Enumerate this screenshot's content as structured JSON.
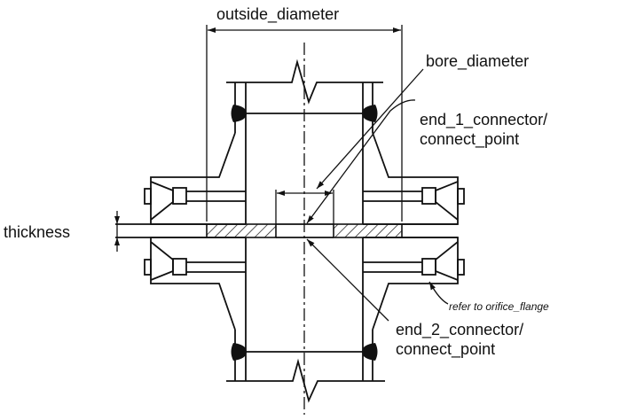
{
  "labels": {
    "outside_diameter": "outside_diameter",
    "bore_diameter": "bore_diameter",
    "end_1_line1": "end_1_connector/",
    "end_1_line2": "connect_point",
    "thickness": "thickness",
    "refer_note": "refer to orifice_flange",
    "end_2_line1": "end_2_connector/",
    "end_2_line2": "connect_point"
  },
  "colors": {
    "ink": "#111111",
    "background": "#ffffff"
  }
}
